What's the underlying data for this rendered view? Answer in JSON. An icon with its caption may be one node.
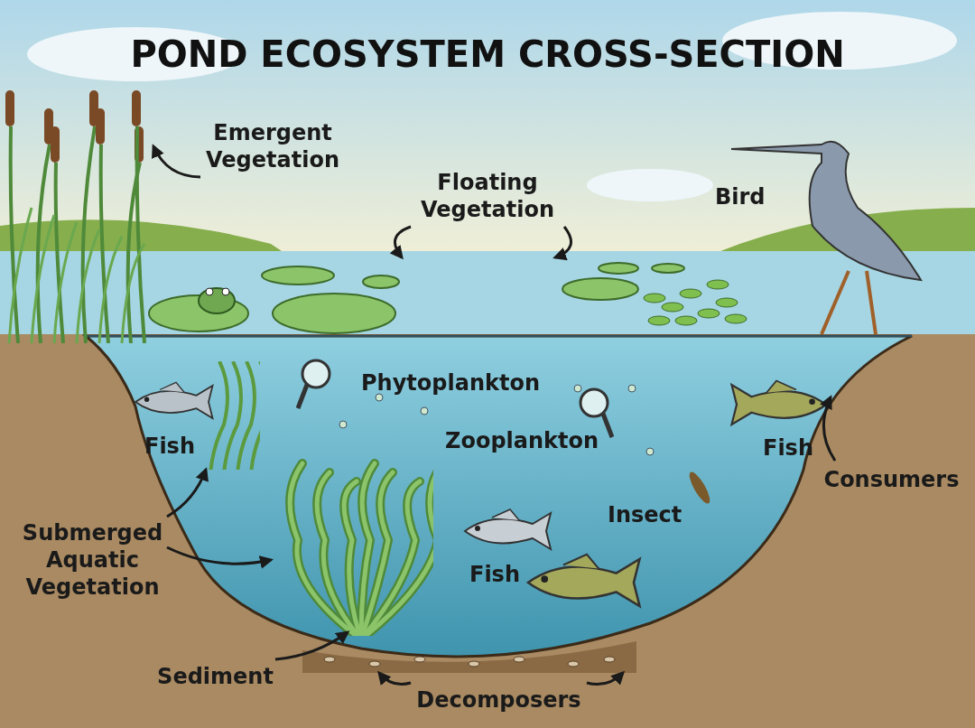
{
  "diagram": {
    "title": "POND ECOSYSTEM CROSS-SECTION",
    "nodes": [
      {
        "text": [
          "Emergent Vegetation"
        ]
      },
      {
        "text": [],
        "shape": "picture"
      },
      {
        "text": [
          "Floating Vegetation"
        ]
      },
      {
        "text": [],
        "shape": "picture"
      },
      {
        "text": [],
        "shape": "picture"
      },
      {
        "text": [
          "Consumers"
        ]
      },
      {
        "text": [],
        "shape": "picture"
      },
      {
        "text": [
          "Submerged Aquatic Vegetation"
        ]
      },
      {
        "text": [],
        "shape": "picture"
      },
      {
        "text": [],
        "shape": "picture"
      },
      {
        "text": [
          "Sediment"
        ]
      },
      {
        "text": [],
        "shape": "picture"
      },
      {
        "text": [
          "Decomposers"
        ]
      }
    ],
    "edges": [
      {
        "from": 0,
        "to": 1,
        "arrow": "to"
      },
      {
        "from": 2,
        "to": 3,
        "arrow": "to"
      },
      {
        "from": 2,
        "to": 4,
        "arrow": "to"
      },
      {
        "from": 5,
        "to": 6,
        "arrow": "to"
      },
      {
        "from": 7,
        "to": 8,
        "arrow": "to"
      },
      {
        "from": 7,
        "to": 9,
        "arrow": "to"
      },
      {
        "from": 10,
        "to": 11,
        "arrow": "to"
      },
      {
        "from": 12,
        "to": 11,
        "arrow": "to"
      },
      {
        "from": 12,
        "to": 11,
        "arrow": "to"
      }
    ],
    "labels": [
      "Bird",
      "Phytoplankton",
      "Fish",
      "Zooplankton",
      "Fish",
      "Insect",
      "Fish"
    ]
  }
}
